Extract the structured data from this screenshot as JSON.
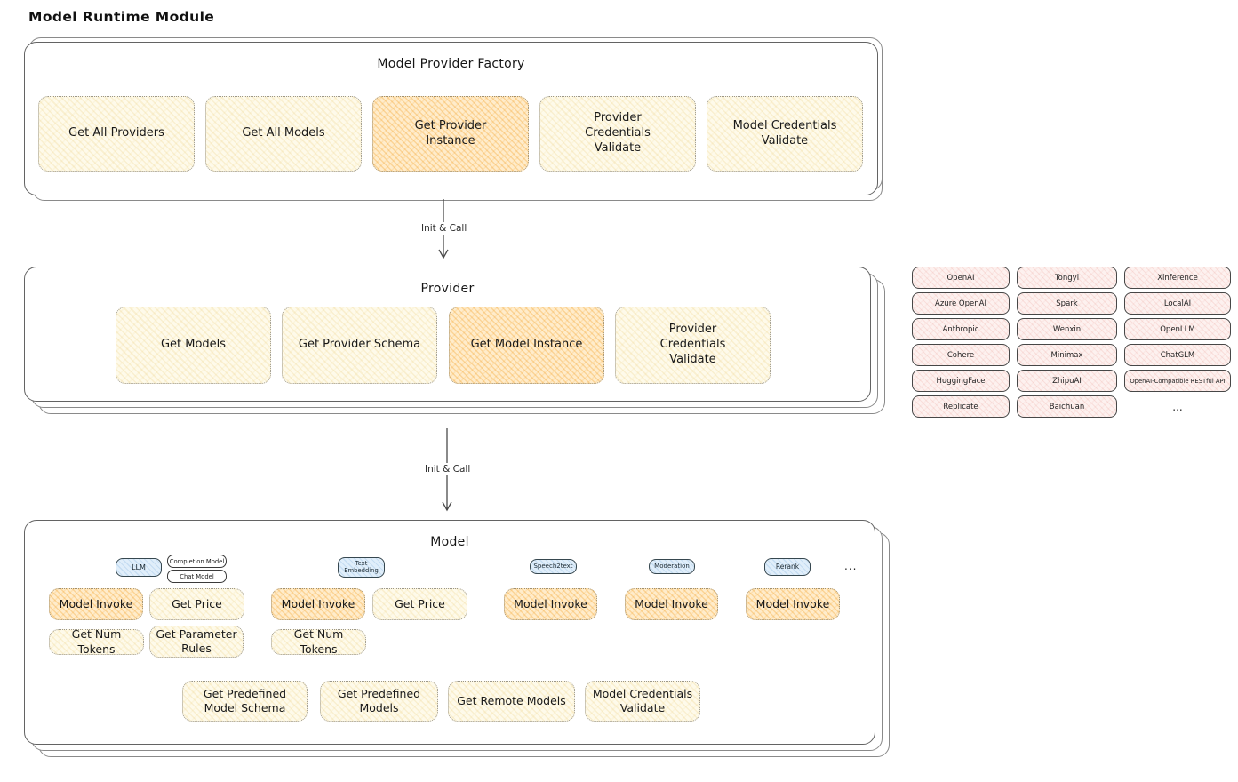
{
  "title": "Model Runtime Module",
  "colors": {
    "highlight_orange": "#f3a026",
    "cream_yellow": "#fdf8e4",
    "provider_pink": "#fdf1ef",
    "tag_blue": "#e0eefa",
    "card_border": "#636363"
  },
  "arrows": {
    "init_call_1": "Init & Call",
    "init_call_2": "Init & Call"
  },
  "factory": {
    "title": "Model Provider Factory",
    "items": [
      {
        "label": "Get All Providers",
        "highlight": false
      },
      {
        "label": "Get All Models",
        "highlight": false
      },
      {
        "label": "Get Provider Instance",
        "highlight": true
      },
      {
        "label": "Provider Credentials Validate",
        "highlight": false
      },
      {
        "label": "Model Credentials Validate",
        "highlight": false
      }
    ]
  },
  "provider": {
    "title": "Provider",
    "items": [
      {
        "label": "Get Models",
        "highlight": false
      },
      {
        "label": "Get Provider Schema",
        "highlight": false
      },
      {
        "label": "Get Model Instance",
        "highlight": true
      },
      {
        "label": "Provider Credentials Validate",
        "highlight": false
      }
    ]
  },
  "provider_list": {
    "items": [
      "OpenAI",
      "Tongyi",
      "Xinference",
      "Azure OpenAI",
      "Spark",
      "LocalAI",
      "Anthropic",
      "Wenxin",
      "OpenLLM",
      "Cohere",
      "Minimax",
      "ChatGLM",
      "HuggingFace",
      "ZhipuAI",
      "OpenAI-Compatible RESTful API",
      "Replicate",
      "Baichuan"
    ],
    "ellipsis": "..."
  },
  "model": {
    "title": "Model",
    "tags": {
      "llm": "LLM",
      "completion_model": "Completion Model",
      "chat_model": "Chat Model",
      "text_embedding": "Text Embedding",
      "speech2text": "Speech2text",
      "moderation": "Moderation",
      "rerank": "Rerank",
      "ellipsis": "..."
    },
    "llm_ops": [
      "Model Invoke",
      "Get Price",
      "Get Num Tokens",
      "Get Parameter Rules"
    ],
    "embedding_ops": [
      "Model Invoke",
      "Get Price",
      "Get Num Tokens"
    ],
    "speech2text_ops": [
      "Model Invoke"
    ],
    "moderation_ops": [
      "Model Invoke"
    ],
    "rerank_ops": [
      "Model Invoke"
    ],
    "bottom_ops": [
      "Get Predefined Model Schema",
      "Get Predefined Models",
      "Get Remote Models",
      "Model Credentials Validate"
    ]
  }
}
